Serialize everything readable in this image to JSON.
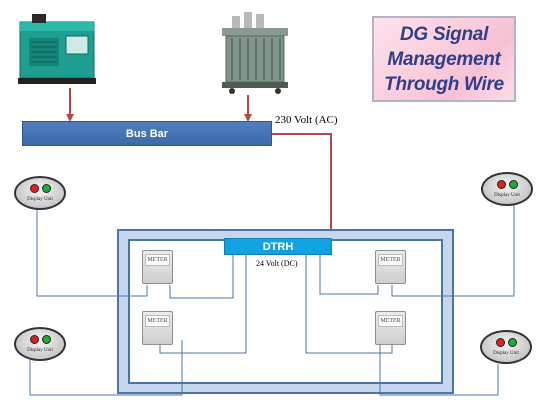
{
  "title": "DG Signal\nManagement\nThrough Wire",
  "busbar_label": "Bus Bar",
  "ac_label": "230 Volt (AC)",
  "dtrh_label": "DTRH",
  "dc_label": "24 Volt (DC)",
  "meter_label": "METER",
  "display_unit_label": "Display Unit",
  "colors": {
    "busbar": "#3d6aa8",
    "dtrh": "#12a2e2",
    "power_line": "#b5474a",
    "signal_wire": "#4d74a8",
    "title_text": "#2f3f88",
    "generator": "#1f9f92"
  },
  "icons": {
    "generator": "diesel-generator-icon",
    "transformer": "transformer-icon"
  }
}
